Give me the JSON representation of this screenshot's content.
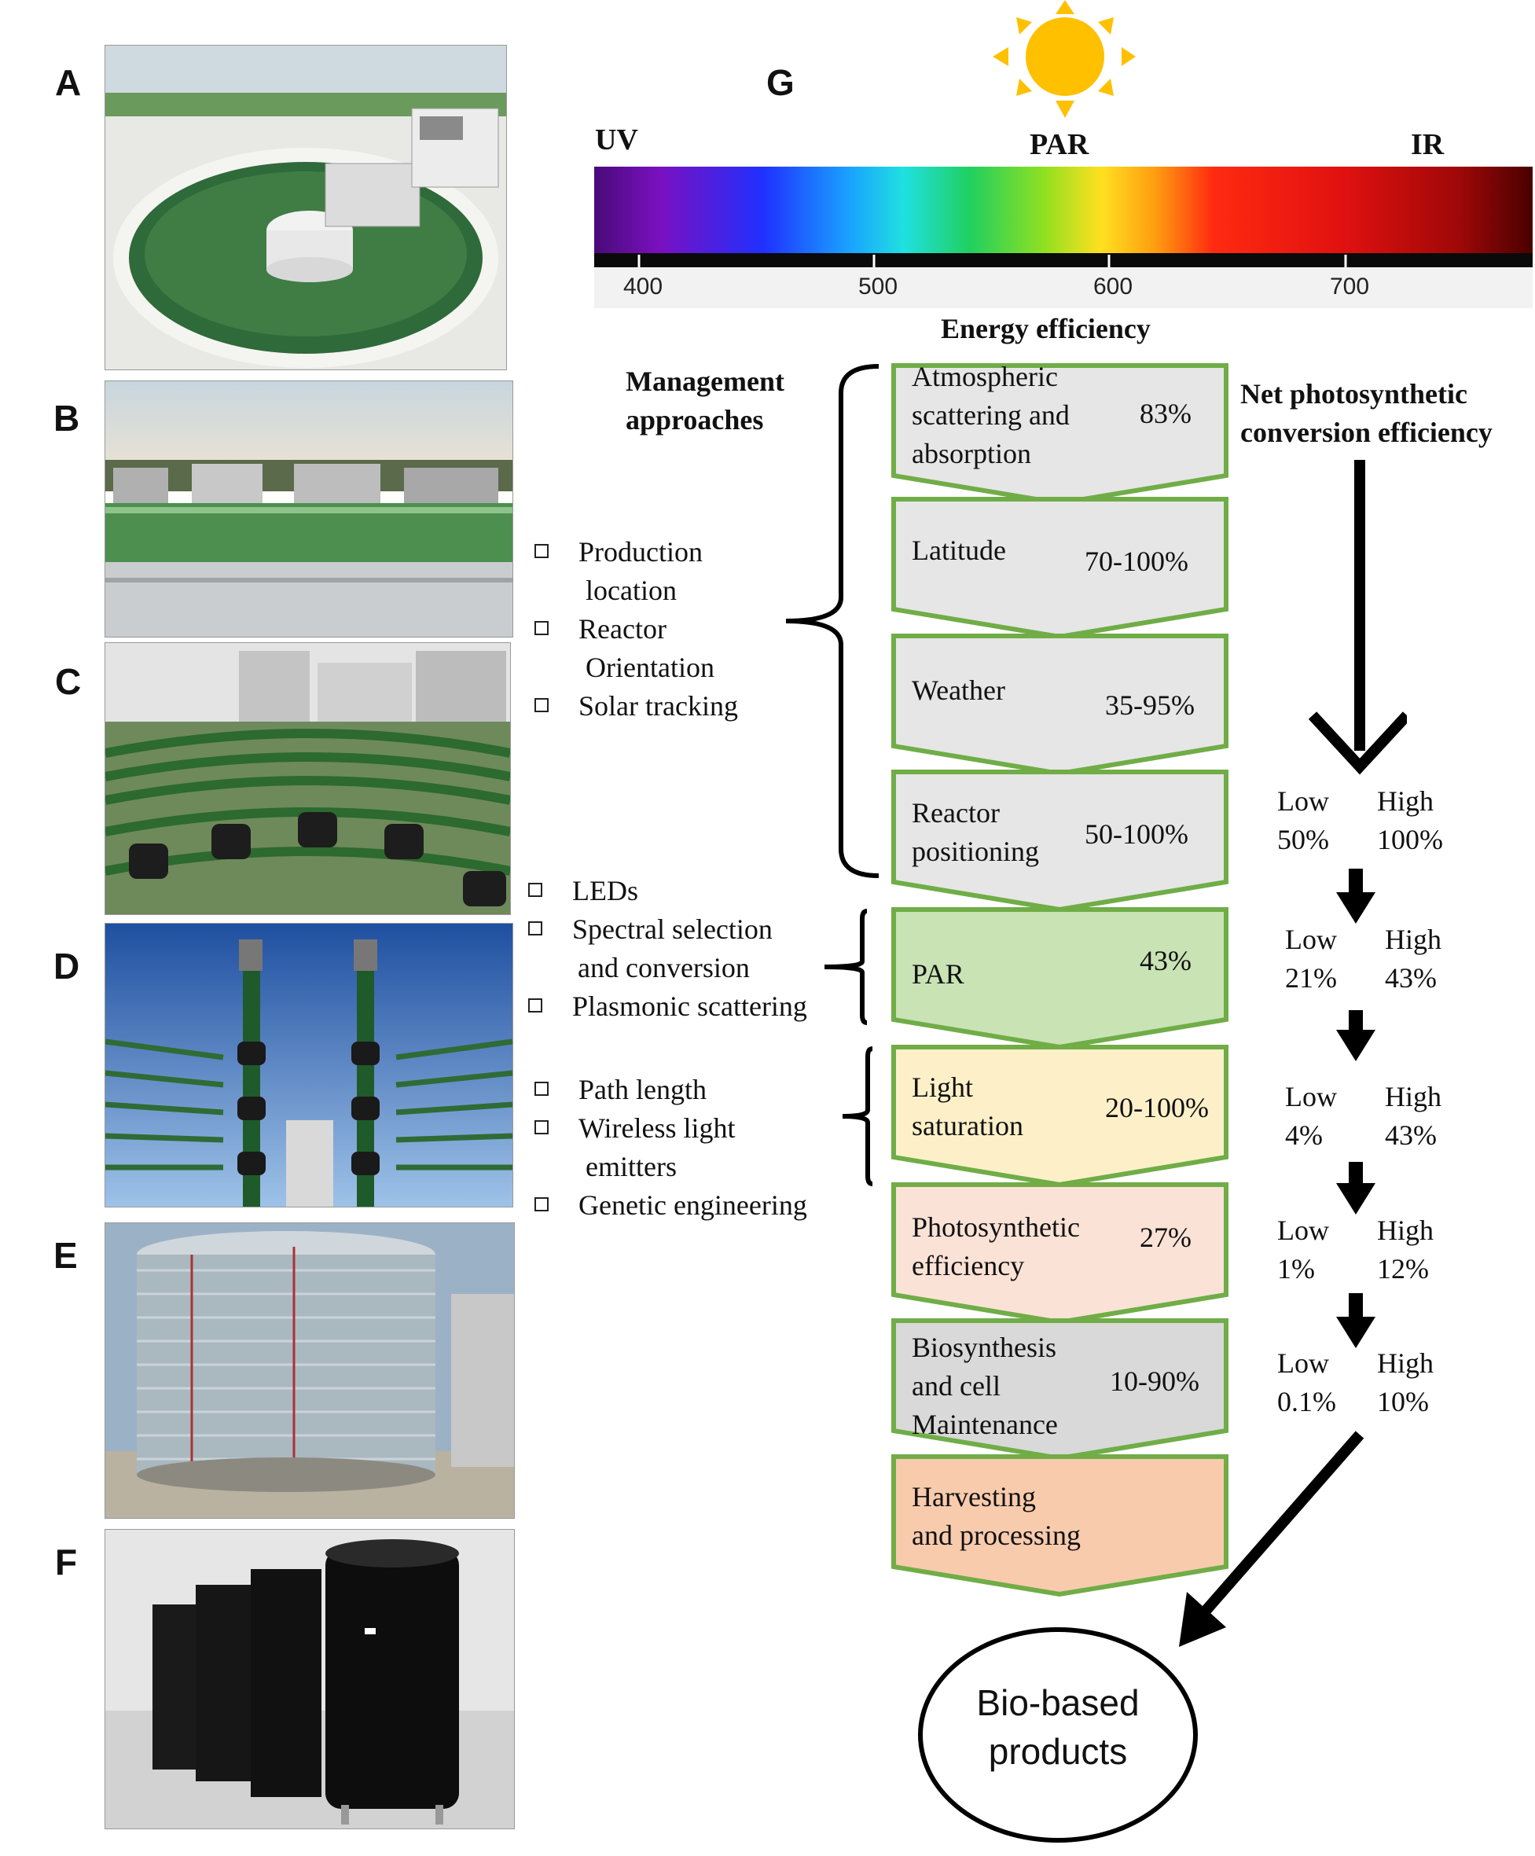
{
  "panels": {
    "letters": [
      "A",
      "B",
      "C",
      "D",
      "E",
      "F"
    ],
    "g_letter": "G"
  },
  "spectrum": {
    "uv_label": "UV",
    "par_label": "PAR",
    "ir_label": "IR",
    "ticks": [
      "400",
      "500",
      "600",
      "700"
    ]
  },
  "headers": {
    "energy_efficiency": "Energy efficiency",
    "management_line1": "Management",
    "management_line2": "approaches",
    "net_line1": "Net photosynthetic",
    "net_line2": "conversion efficiency"
  },
  "management_groups": [
    {
      "items": [
        "Production",
        "location",
        "Reactor",
        "Orientation",
        "Solar tracking"
      ]
    },
    {
      "items": [
        "LEDs",
        "Spectral selection",
        "and conversion",
        "Plasmonic scattering"
      ]
    },
    {
      "items": [
        "Path length",
        "Wireless light",
        "emitters",
        "Genetic engineering"
      ]
    }
  ],
  "steps": [
    {
      "label_lines": [
        "Atmospheric",
        "scattering and",
        "absorption"
      ],
      "pct": "83%",
      "fill": "#e6e6e6"
    },
    {
      "label_lines": [
        "Latitude"
      ],
      "pct": "70-100%",
      "fill": "#e6e6e6"
    },
    {
      "label_lines": [
        "Weather"
      ],
      "pct": "35-95%",
      "fill": "#e6e6e6"
    },
    {
      "label_lines": [
        "Reactor",
        "positioning"
      ],
      "pct": "50-100%",
      "fill": "#e6e6e6"
    },
    {
      "label_lines": [
        "PAR"
      ],
      "pct": "43%",
      "fill": "#c9e3b5"
    },
    {
      "label_lines": [
        "Light",
        "saturation"
      ],
      "pct": "20-100%",
      "fill": "#fdf0c8"
    },
    {
      "label_lines": [
        "Photosynthetic",
        "efficiency"
      ],
      "pct": "27%",
      "fill": "#fbe2d6"
    },
    {
      "label_lines": [
        "Biosynthesis",
        "and cell",
        "Maintenance"
      ],
      "pct": "10-90%",
      "fill": "#d9d9d9"
    },
    {
      "label_lines": [
        "Harvesting",
        "and processing"
      ],
      "pct": "",
      "fill": "#f8cbad"
    }
  ],
  "net_efficiency": [
    {
      "low_label": "Low",
      "high_label": "High",
      "low": "50%",
      "high": "100%"
    },
    {
      "low_label": "Low",
      "high_label": "High",
      "low": "21%",
      "high": "43%"
    },
    {
      "low_label": "Low",
      "high_label": "High",
      "low": "4%",
      "high": "43%"
    },
    {
      "low_label": "Low",
      "high_label": "High",
      "low": "1%",
      "high": "12%"
    },
    {
      "low_label": "Low",
      "high_label": "High",
      "low": "0.1%",
      "high": "10%"
    }
  ],
  "product": {
    "line1": "Bio-based",
    "line2": "products"
  },
  "colors": {
    "chevron_border": "#70ad47",
    "arrow": "#000000",
    "sun": "#ffc000"
  }
}
